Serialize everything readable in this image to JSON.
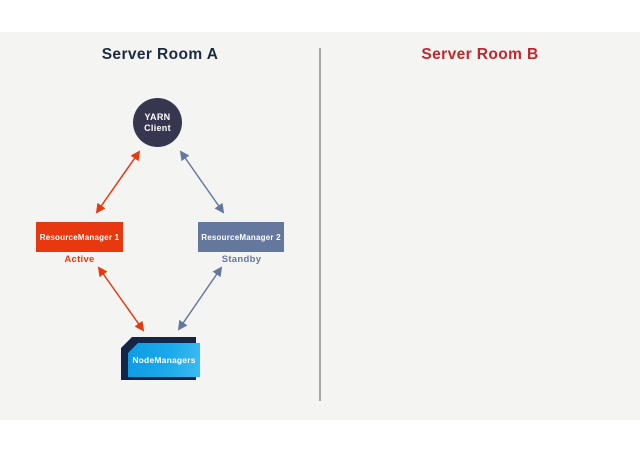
{
  "window": {
    "frame_background": "#ffffff",
    "canvas_background": "#f4f4f2"
  },
  "rooms": {
    "a": {
      "title": "Server Room A",
      "title_color": "#1b2a40"
    },
    "b": {
      "title": "Server Room B",
      "title_color": "#c0272d"
    }
  },
  "divider": {
    "color": "#a8a8a8"
  },
  "nodes": {
    "yarn_client": {
      "line1": "YARN",
      "line2": "Client",
      "shape": "circle",
      "color": "#36364f",
      "text_color": "#ffffff"
    },
    "rm1": {
      "label": "ResourceManager 1",
      "status": "Active",
      "color": "#e8380f",
      "text_color": "#ffffff"
    },
    "rm2": {
      "label": "ResourceManager 2",
      "status": "Standby",
      "color": "#64789e",
      "text_color": "#ffffff"
    },
    "nodemanagers": {
      "label": "NodeManagers",
      "color": "#1ba9ea",
      "back_color": "#142548",
      "text_color": "#ffffff"
    }
  },
  "edges": [
    {
      "from": "yarn-client",
      "to": "resourcemanager-1",
      "color": "#e8380f",
      "bidirectional": true
    },
    {
      "from": "yarn-client",
      "to": "resourcemanager-2",
      "color": "#64789e",
      "bidirectional": true
    },
    {
      "from": "resourcemanager-1",
      "to": "nodemanagers",
      "color": "#e8380f",
      "bidirectional": true
    },
    {
      "from": "resourcemanager-2",
      "to": "nodemanagers",
      "color": "#64789e",
      "bidirectional": true
    }
  ]
}
